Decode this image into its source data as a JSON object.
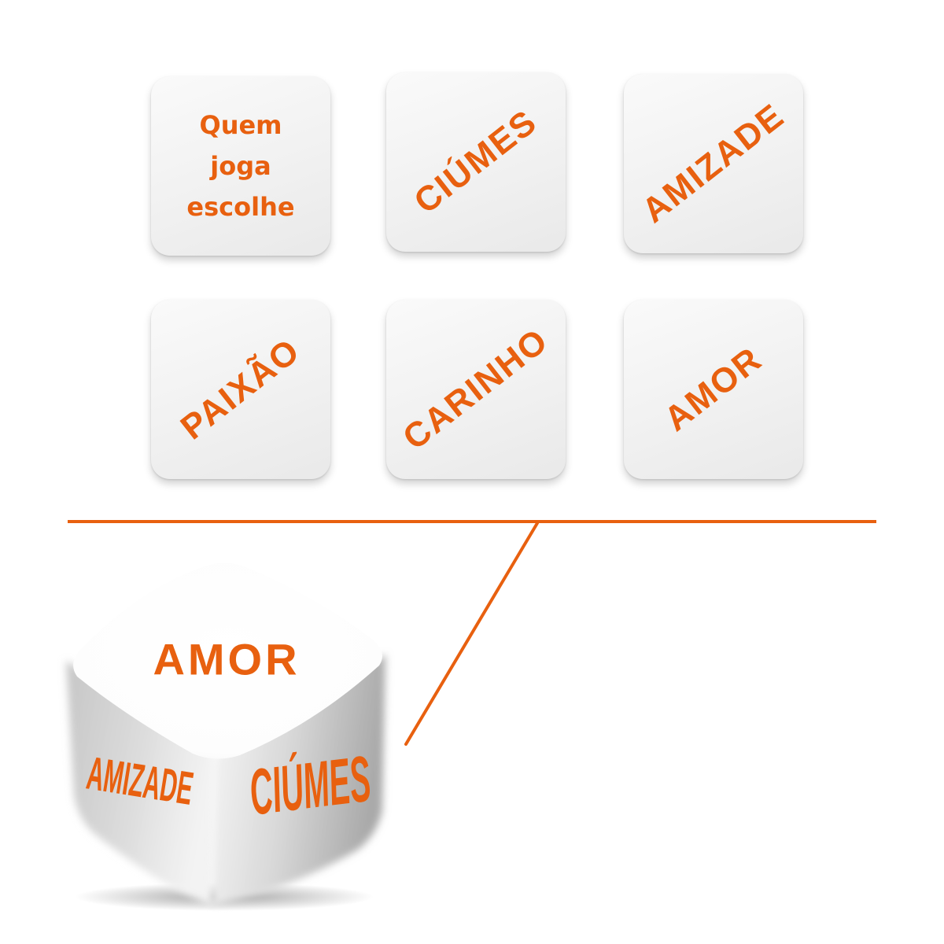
{
  "colors": {
    "accent": "#e8600f",
    "tile": "#f2f2f2",
    "line": "#e8600f"
  },
  "tiles": [
    {
      "label": "Quem joga escolhe"
    },
    {
      "label": "CIÚMES"
    },
    {
      "label": "AMIZADE"
    },
    {
      "label": "PAIXÃO"
    },
    {
      "label": "CARINHO"
    },
    {
      "label": "AMOR"
    }
  ],
  "die": {
    "top": "AMOR",
    "left": "AMIZADE",
    "right": "CIÚMES"
  }
}
